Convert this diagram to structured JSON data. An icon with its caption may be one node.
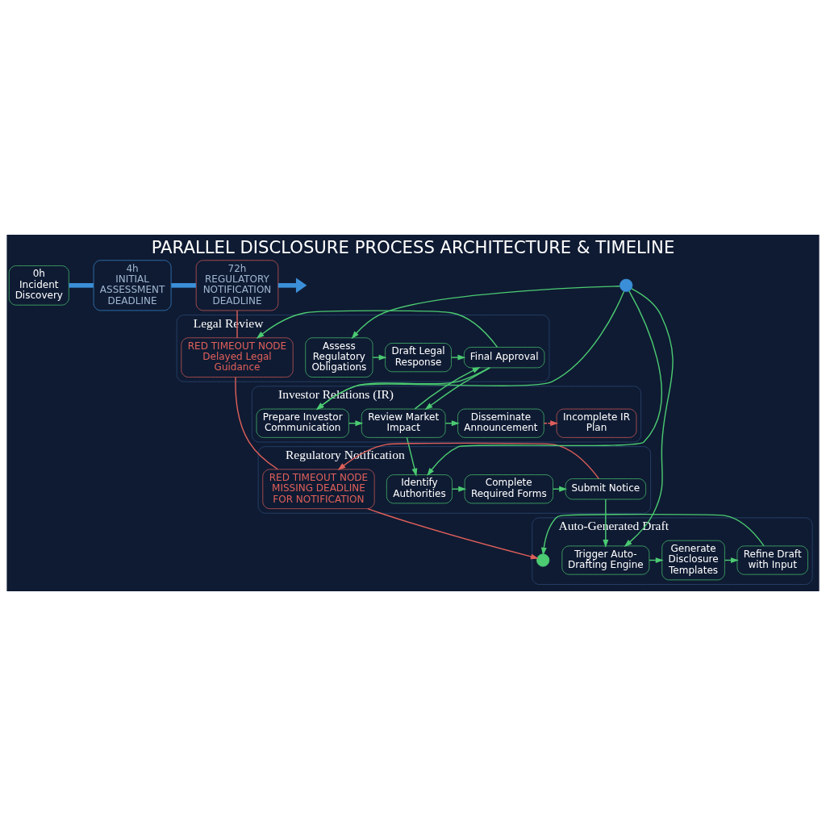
{
  "diagram": {
    "title": "PARALLEL DISCLOSURE PROCESS ARCHITECTURE & TIMELINE",
    "nodes": [
      {
        "text": [
          "0h",
          "Incident Discovery"
        ]
      },
      {
        "text": [
          "4h",
          "INITIAL ASSESSMENT DEADLINE"
        ]
      },
      {
        "text": [
          "72h",
          "REGULATORY NOTIFICATION DEADLINE"
        ]
      },
      {
        "text": [
          "Legal Review"
        ]
      },
      {
        "text": [
          "Investor Relations (IR)"
        ]
      },
      {
        "text": [
          "Regulatory Notification"
        ]
      },
      {
        "text": [
          "Auto-Generated Draft"
        ]
      },
      {
        "text": [
          "Assess Regulatory Obligations"
        ],
        "in": 3
      },
      {
        "text": [
          "Draft Legal Response"
        ],
        "in": 3
      },
      {
        "text": [
          "Final Approval"
        ],
        "in": 3
      },
      {
        "text": [
          "RED TIMEOUT NODE",
          "Delayed Legal Guidance"
        ],
        "in": 3
      },
      {
        "text": [],
        "shape": "circle"
      },
      {
        "text": [
          "Prepare Investor Communication"
        ],
        "in": 4
      },
      {
        "text": [
          "Review Market Impact"
        ],
        "in": 4
      },
      {
        "text": [
          "Disseminate Announcement"
        ],
        "in": 4
      },
      {
        "text": [
          "Incomplete IR Plan"
        ],
        "in": 4
      },
      {
        "text": [
          "Identify Authorities"
        ],
        "in": 5
      },
      {
        "text": [
          "Complete Required Forms"
        ],
        "in": 5
      },
      {
        "text": [
          "Submit Notice"
        ],
        "in": 5
      },
      {
        "text": [
          "RED TIMEOUT NODE",
          "MISSING DEADLINE FOR NOTIFICATION"
        ],
        "in": 5
      },
      {
        "text": [
          "Trigger Auto-Drafting Engine"
        ],
        "in": 6
      },
      {
        "text": [
          "Generate Disclosure Templates"
        ],
        "in": 6
      },
      {
        "text": [
          "Refine Draft with Input"
        ],
        "in": 6
      },
      {
        "text": [],
        "shape": "circle",
        "in": 6
      }
    ],
    "edges": [
      {
        "from": 0,
        "to": 1,
        "arrow": "none",
        "style": "thick",
        "color": "#3a8fd8"
      },
      {
        "from": 1,
        "to": 2,
        "arrow": "none",
        "style": "thick",
        "color": "#3a8fd8"
      },
      {
        "from": 2,
        "to": null,
        "arrow": "to",
        "style": "thick",
        "color": "#3a8fd8"
      },
      {
        "from": 2,
        "to": 10,
        "arrow": "none",
        "color": "#e0605a"
      },
      {
        "from": 10,
        "to": 19,
        "arrow": "none",
        "color": "#e0605a"
      },
      {
        "from": 19,
        "to": 23,
        "arrow": "to",
        "color": "#e0605a"
      },
      {
        "from": 11,
        "to": 7,
        "arrow": "to"
      },
      {
        "from": 11,
        "to": 12,
        "arrow": "to"
      },
      {
        "from": 11,
        "to": 16,
        "arrow": "to"
      },
      {
        "from": 11,
        "to": 20,
        "arrow": "to"
      },
      {
        "from": 7,
        "to": 8,
        "arrow": "to"
      },
      {
        "from": 8,
        "to": 9,
        "arrow": "to"
      },
      {
        "from": 9,
        "to": 10,
        "arrow": "to"
      },
      {
        "from": 9,
        "to": 12,
        "arrow": "to"
      },
      {
        "from": 9,
        "to": 13,
        "arrow": "to"
      },
      {
        "from": 12,
        "to": 13,
        "arrow": "to"
      },
      {
        "from": 13,
        "to": 14,
        "arrow": "to"
      },
      {
        "from": 13,
        "to": 9,
        "arrow": "to"
      },
      {
        "from": 13,
        "to": 16,
        "arrow": "to"
      },
      {
        "from": 14,
        "to": 15,
        "arrow": "to",
        "style": "dashed",
        "color": "#e0605a"
      },
      {
        "from": 16,
        "to": 17,
        "arrow": "to"
      },
      {
        "from": 17,
        "to": 18,
        "arrow": "to"
      },
      {
        "from": 18,
        "to": 19,
        "arrow": "to",
        "color": "#e0605a"
      },
      {
        "from": 18,
        "to": 20,
        "arrow": "to"
      },
      {
        "from": 20,
        "to": 21,
        "arrow": "to"
      },
      {
        "from": 21,
        "to": 22,
        "arrow": "to"
      },
      {
        "from": 22,
        "to": 23,
        "arrow": "to"
      }
    ]
  }
}
